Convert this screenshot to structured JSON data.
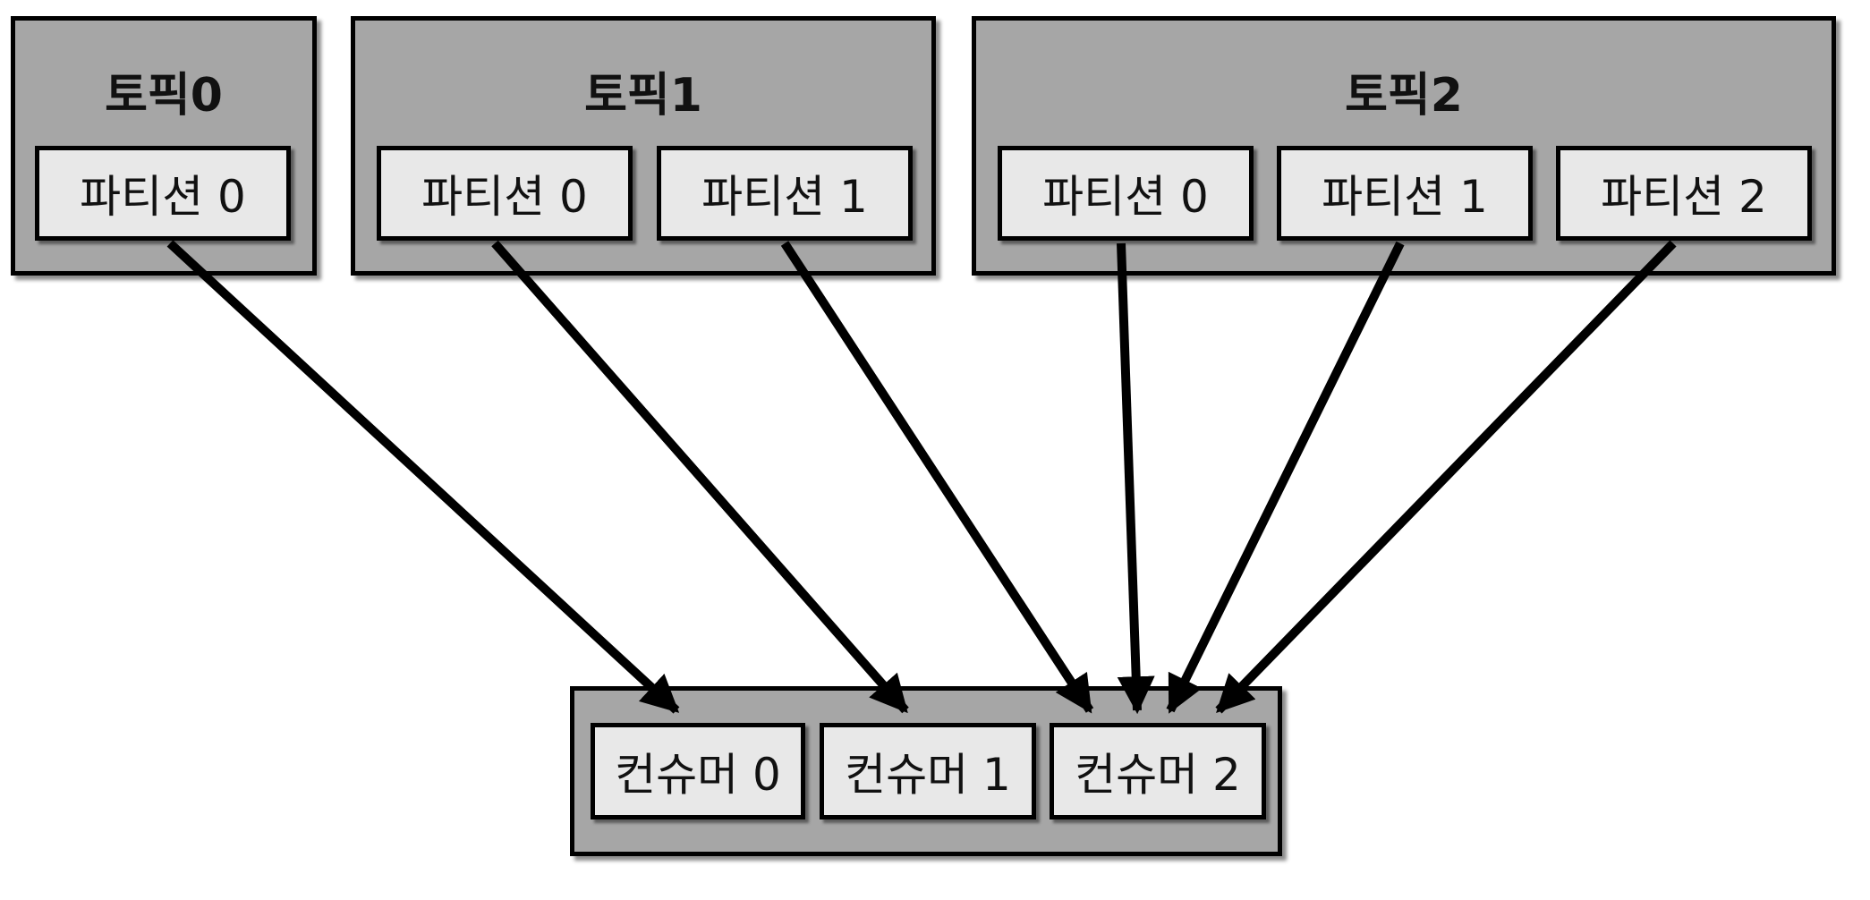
{
  "topics": [
    {
      "title": "토픽0",
      "partitions": [
        "파티션 0"
      ]
    },
    {
      "title": "토픽1",
      "partitions": [
        "파티션 0",
        "파티션 1"
      ]
    },
    {
      "title": "토픽2",
      "partitions": [
        "파티션 0",
        "파티션 1",
        "파티션 2"
      ]
    }
  ],
  "consumer_group": {
    "consumers": [
      "컨슈머 0",
      "컨슈머 1",
      "컨슈머 2"
    ]
  },
  "assignments": [
    {
      "from": "토픽0 / 파티션 0",
      "to": "컨슈머 0"
    },
    {
      "from": "토픽1 / 파티션 0",
      "to": "컨슈머 1"
    },
    {
      "from": "토픽1 / 파티션 1",
      "to": "컨슈머 2"
    },
    {
      "from": "토픽2 / 파티션 0",
      "to": "컨슈머 2"
    },
    {
      "from": "토픽2 / 파티션 1",
      "to": "컨슈머 2"
    },
    {
      "from": "토픽2 / 파티션 2",
      "to": "컨슈머 2"
    }
  ],
  "colors": {
    "group_fill": "#a6a6a6",
    "box_fill": "#e8e8e8",
    "stroke": "#000000"
  }
}
